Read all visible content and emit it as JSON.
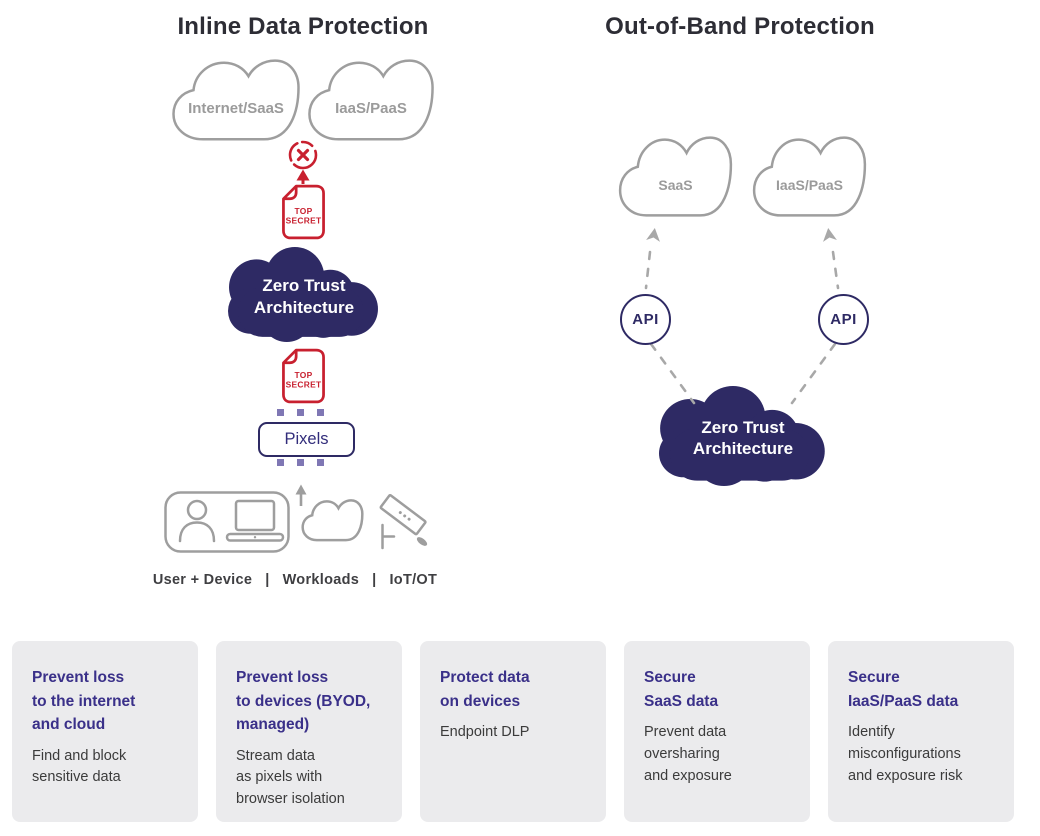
{
  "colors": {
    "navy": "#2e2a64",
    "red": "#c8202f",
    "purple": "#3a3089",
    "gray_outline": "#9e9e9e",
    "gray_text": "#9b9b9b",
    "dot_purple": "#7f77b4",
    "dash_gray": "#a8a8a8",
    "card_bg": "#ebebed",
    "title_text": "#2d2d35"
  },
  "left": {
    "title": "Inline Data Protection",
    "cloud1_label": "Internet/SaaS",
    "cloud2_label": "IaaS/PaaS",
    "doc": {
      "line1": "TOP",
      "line2": "SECRET"
    },
    "zta_text": "Zero Trust\nArchitecture",
    "pixels_label": "Pixels",
    "devices_label": "User + Device   |   Workloads   |   IoT/OT"
  },
  "right": {
    "title": "Out-of-Band Protection",
    "cloud1_label": "SaaS",
    "cloud2_label": "IaaS/PaaS",
    "api1_label": "API",
    "api2_label": "API",
    "zta_text": "Zero Trust\nArchitecture"
  },
  "cards": [
    {
      "heading": "Prevent loss\nto the internet\nand cloud",
      "body": "Find and block\nsensitive data"
    },
    {
      "heading": "Prevent loss\nto devices (BYOD,\nmanaged)",
      "body": "Stream data\nas pixels with\nbrowser isolation"
    },
    {
      "heading": "Protect data\non devices",
      "body": "Endpoint DLP"
    },
    {
      "heading": "Secure\nSaaS data",
      "body": "Prevent data\noversharing\nand exposure"
    },
    {
      "heading": "Secure\nIaaS/PaaS data",
      "body": "Identify\nmisconfigurations\nand exposure risk"
    }
  ]
}
